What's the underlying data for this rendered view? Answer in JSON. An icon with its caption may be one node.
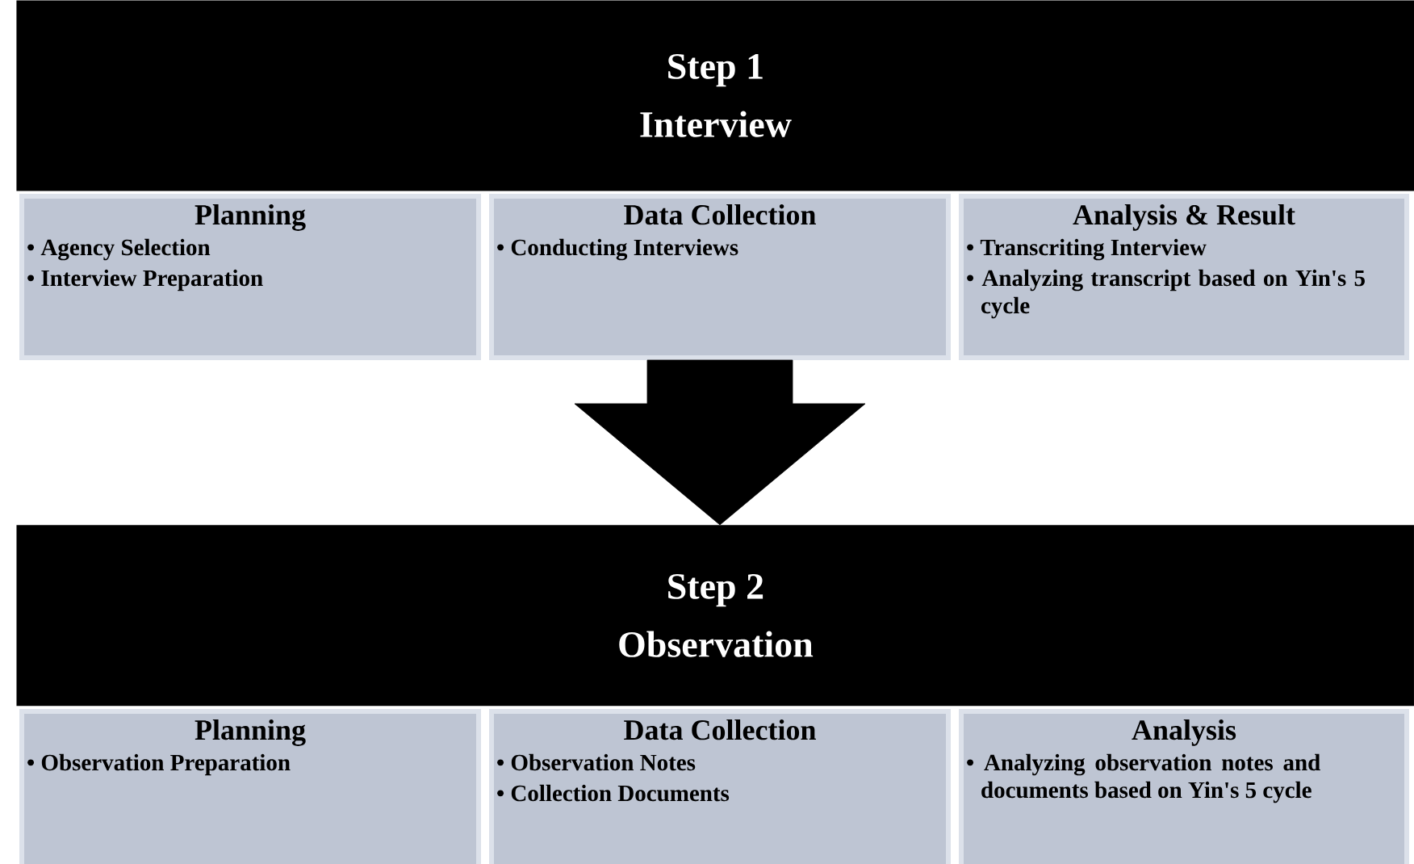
{
  "diagram": {
    "nodes": [
      {
        "text": [
          "Step 1",
          "Interview"
        ]
      },
      {
        "text": [
          "Planning",
          "• Agency Selection",
          "• Interview Preparation"
        ]
      },
      {
        "text": [
          "Data Collection",
          "• Conducting Interviews"
        ]
      },
      {
        "text": [
          "Analysis & Result",
          "• Transcriting Interview",
          "• Analyzing transcript based on Yin's 5 cycle"
        ]
      },
      {
        "text": [
          "Step 2",
          "Observation"
        ]
      },
      {
        "text": [
          "Planning",
          "• Observation Preparation"
        ]
      },
      {
        "text": [
          "Data Collection",
          "• Observation Notes",
          "• Collection Documents"
        ]
      },
      {
        "text": [
          "Analysis",
          "• Analyzing observation notes and documents based on Yin's 5 cycle"
        ]
      }
    ],
    "edges": [
      {
        "from": 2,
        "to": 4,
        "arrow": "to"
      }
    ]
  }
}
